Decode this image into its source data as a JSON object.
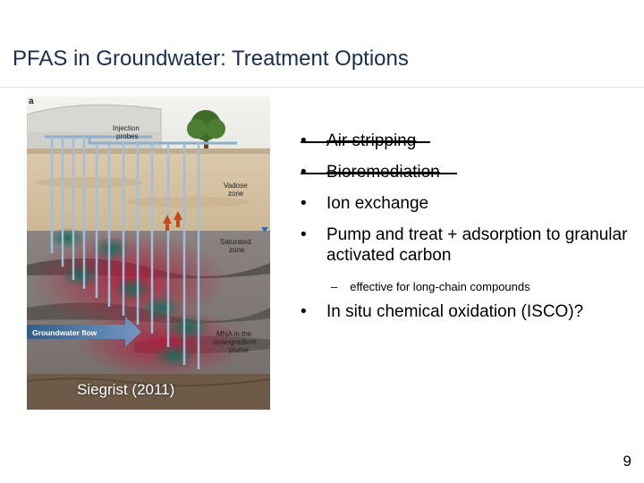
{
  "slide": {
    "title": "PFAS in Groundwater: Treatment Options",
    "page_number": "9"
  },
  "figure": {
    "panel_label": "a",
    "labels": {
      "injection": "Injection",
      "probes": "probes",
      "vadose": "Vadose",
      "vadose_zone": "zone",
      "saturated": "Saturated",
      "saturated_zone": "zone",
      "groundwater_flow": "Groundwater flow",
      "mna1": "MNA in the",
      "mna2": "downgradient",
      "mna3": "plume"
    },
    "caption": "Siegrist (2011)"
  },
  "bullets": [
    {
      "marker": "•",
      "text": "Air stripping",
      "struck": true
    },
    {
      "marker": "•",
      "text": "Bioremediation",
      "struck": true
    },
    {
      "marker": "•",
      "text": "Ion exchange",
      "struck": false
    },
    {
      "marker": "•",
      "text": "Pump and treat + adsorption to granular activated carbon",
      "struck": false
    },
    {
      "marker": "•",
      "text": "In situ chemical oxidation (ISCO)?",
      "struck": false
    }
  ],
  "sub_bullet": {
    "marker": "–",
    "text": "effective for long-chain compounds"
  }
}
